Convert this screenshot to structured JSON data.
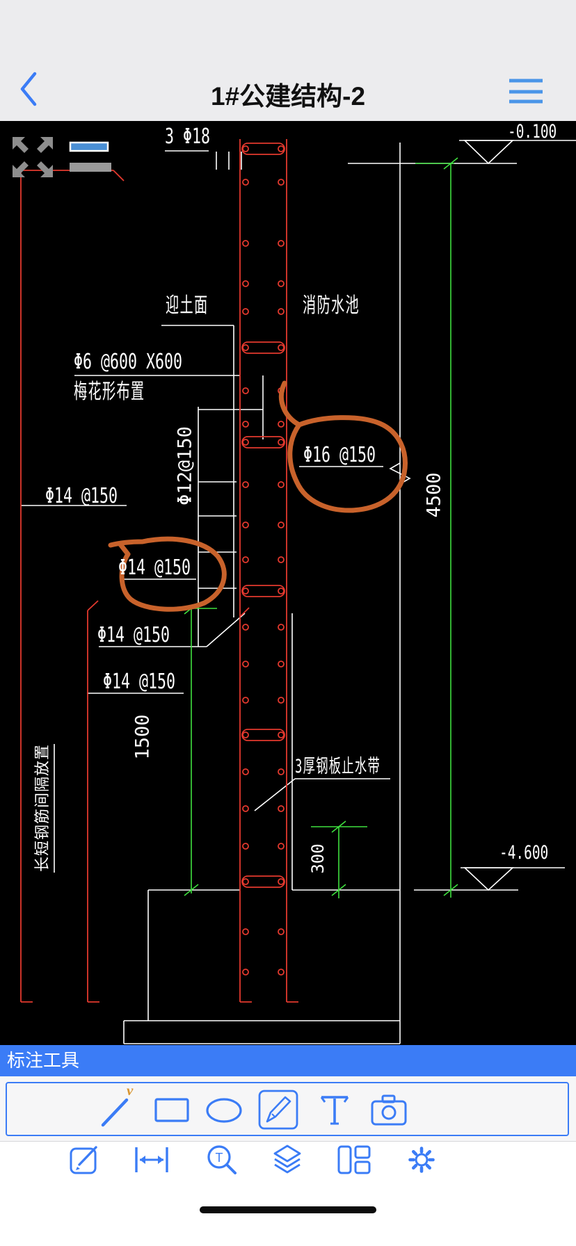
{
  "header": {
    "title": "1#公建结构-2"
  },
  "drawing": {
    "labels": {
      "top_rebar": "3 Φ18",
      "level_top": "-0.100",
      "soil_face": "迎土面",
      "pool_name": "消防水池",
      "mesh_spec": "Φ6 @600 X600",
      "mesh_layout": "梅花形布置",
      "wall_vert_rebar": "Φ12@150",
      "phi14_left": "Φ14 @150",
      "phi14_circled": "Φ14 @150",
      "phi14_mid": "Φ14 @150",
      "phi14_low": "Φ14 @150",
      "phi16_circled": "Φ16 @150",
      "waterstop": "3厚钢板止水带",
      "side_note": "长短钢筋间隔放置",
      "dim_4500": "4500",
      "dim_1500": "1500",
      "dim_300": "300",
      "level_bottom": "-4.600"
    },
    "colors": {
      "background": "#000000",
      "lines": "#ffffff",
      "rebar": "#e3392e",
      "dimension": "#3fe03f",
      "annotation": "#c8622b",
      "accent": "#3b7cf6"
    }
  },
  "annotation_toolbar": {
    "title": "标注工具",
    "tools": [
      "line-tool",
      "rectangle-tool",
      "ellipse-tool",
      "brush-tool",
      "text-tool",
      "camera-tool"
    ],
    "selected_tool": "brush-tool",
    "line_tool_badge": "v"
  },
  "bottom_nav": {
    "items": [
      "compose-tool",
      "measure-tool",
      "text-search-tool",
      "layers-tool",
      "layout-tool",
      "settings-tool"
    ],
    "search_glyph": "T"
  }
}
